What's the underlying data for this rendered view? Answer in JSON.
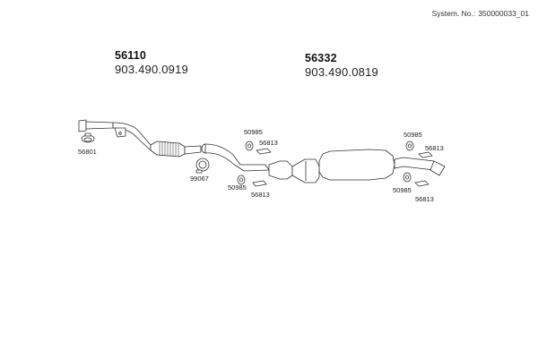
{
  "header": {
    "system_label": "System. No.:",
    "system_value": "350000033_01"
  },
  "assemblies": [
    {
      "code": "56110",
      "ref": "903.490.0919"
    },
    {
      "code": "56332",
      "ref": "903.490.0819"
    }
  ],
  "part_labels": {
    "clamp_front": "56801",
    "clamp_mid": "99067",
    "hanger_a_top": "50985",
    "bracket_a_top": "56813",
    "hanger_a_bot": "50985",
    "bracket_a_bot": "56813",
    "hanger_b_top": "50985",
    "bracket_b_top": "56813",
    "hanger_b_bot": "50985",
    "bracket_b_bot": "56813"
  }
}
